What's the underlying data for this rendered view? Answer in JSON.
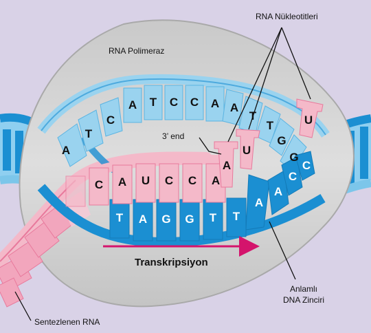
{
  "labels": {
    "polymerase": "RNA Polimeraz",
    "nucleotides": "RNA Nükleotitleri",
    "three_end": "3’ end",
    "transcription": "Transkripsiyon",
    "sense_strand_line1": "Anlamlı",
    "sense_strand_line2": "DNA Zinciri",
    "synthesized_rna": "Sentezlenen RNA"
  },
  "bases": {
    "coding_strand": [
      "A",
      "T",
      "C",
      "A",
      "T",
      "C",
      "C",
      "A",
      "A",
      "T",
      "T",
      "G",
      "G"
    ],
    "template_strand": [
      "T",
      "A",
      "G",
      "G",
      "T",
      "T",
      "A",
      "A",
      "C",
      "C"
    ],
    "rna_strand": [
      "C",
      "A",
      "U",
      "C",
      "C",
      "A",
      "A",
      "U"
    ],
    "free_nucleotide": "U"
  },
  "colors": {
    "background": "#d9d2e7",
    "polymerase": "#d4d4d4",
    "dna_light": "#9ad3ef",
    "dna_dark": "#1b8fd2",
    "rna_pink": "#f4b9c9",
    "rna_deep": "#e8799c",
    "arrow": "#d4146c"
  }
}
